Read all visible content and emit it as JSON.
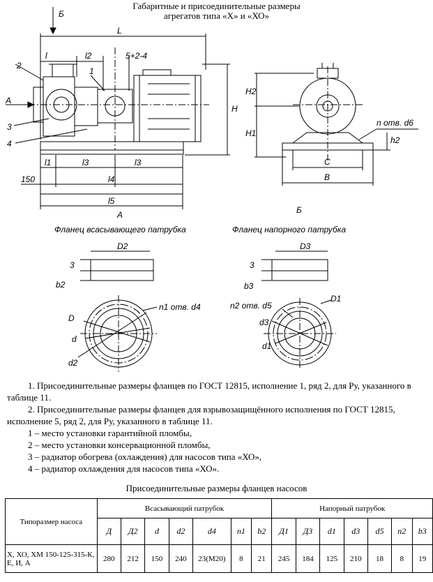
{
  "header": {
    "title_line1": "Габаритные и присоединительные размеры",
    "title_line2": "агрегатов типа «Х» и «ХО»"
  },
  "drawing": {
    "dims_side": [
      "Б",
      "L",
      "l",
      "l2",
      "5+2-4",
      "1",
      "2",
      "A",
      "3",
      "4",
      "H",
      "l1",
      "l3",
      "l3",
      "150",
      "l4",
      "l5",
      "A"
    ],
    "dims_end": [
      "H2",
      "H1",
      "n отв. d6",
      "h2",
      "C",
      "B",
      "Б"
    ],
    "flange_suction_title": "Фланец всасывающего патрубка",
    "flange_discharge_title": "Фланец напорного патрубка",
    "suction_labels": [
      "D2",
      "3",
      "b2",
      "n1 отв. d4",
      "D",
      "d",
      "d2"
    ],
    "discharge_labels": [
      "D3",
      "3",
      "b3",
      "n2 отв. d5",
      "D1",
      "d3",
      "d1"
    ]
  },
  "notes": {
    "n1": "1. Присоединительные размеры фланцев по ГОСТ 12815, исполнение 1, ряд 2, для Ру, указанного в таблице 11.",
    "n2": "2. Присоединительные размеры фланцев для взрывозащищённого исполнения по ГОСТ 12815, исполнение 5, ряд 2, для Ру, указанного в таблице 11.",
    "l1": "1 – место установки гарантийной пломбы,",
    "l2": "2 – место установки консервационной пломбы,",
    "l3": "3 – радиатор обогрева (охлаждения) для насосов типа «ХО»,",
    "l4": "4 – радиатор охлаждения для насосов типа «ХО»."
  },
  "table": {
    "caption": "Присоединительные размеры фланцев насосов",
    "col_pump": "Типоразмер насоса",
    "group_suction": "Всасывающий патрубок",
    "group_discharge": "Напорный патрубок",
    "headers": [
      "Д",
      "Д2",
      "d",
      "d2",
      "d4",
      "n1",
      "b2",
      "Д1",
      "Д3",
      "d1",
      "d3",
      "d5",
      "n2",
      "b3"
    ],
    "rows": [
      {
        "name": "Х, ХО, ХМ 150-125-315-К, Е, И, А",
        "cells": [
          "280",
          "212",
          "150",
          "240",
          "23(М20)",
          "8",
          "21",
          "245",
          "184",
          "125",
          "210",
          "18",
          "8",
          "19"
        ]
      }
    ]
  }
}
